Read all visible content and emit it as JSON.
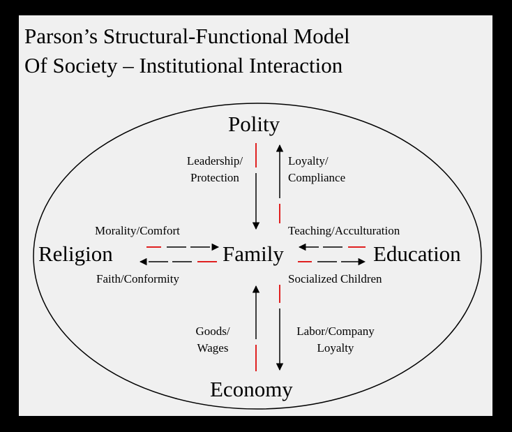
{
  "title": {
    "line1": "Parson’s Structural-Functional Model",
    "line2": "Of Society – Institutional Interaction"
  },
  "nodes": {
    "polity": "Polity",
    "religion": "Religion",
    "family": "Family",
    "education": "Education",
    "economy": "Economy"
  },
  "labels": {
    "polity_to_family": [
      "Leadership/",
      "Protection"
    ],
    "family_to_polity": [
      "Loyalty/",
      "Compliance"
    ],
    "religion_to_family": "Morality/Comfort",
    "family_to_religion": "Faith/Conformity",
    "education_to_family": "Teaching/Acculturation",
    "family_to_education": "Socialized Children",
    "economy_to_family": [
      "Goods/",
      "Wages"
    ],
    "family_to_economy": [
      "Labor/Company",
      "Loyalty"
    ]
  },
  "colors": {
    "background": "#000000",
    "panel": "#f0f0f0",
    "arrow": "#000000",
    "accent": "#e02020"
  }
}
